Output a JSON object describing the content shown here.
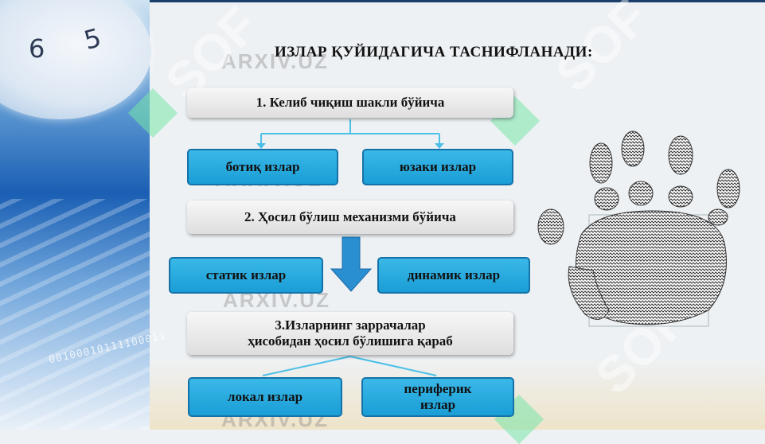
{
  "decor": {
    "clock_numbers": [
      "6",
      "5"
    ],
    "binary_text": "00100010111100011"
  },
  "slide": {
    "title": "ИЗЛАР ҚУЙИДАГИЧА ТАСНИФЛАНАДИ:",
    "section1": {
      "heading": "1. Келиб чиқиш шакли бўйича",
      "items": [
        "ботиқ излар",
        "юзаки излар"
      ]
    },
    "section2": {
      "heading": "2. Ҳосил бўлиш механизми бўйича",
      "items": [
        "статик излар",
        "динамик излар"
      ]
    },
    "section3": {
      "heading_line1": "3.Изларнинг заррачалар",
      "heading_line2": "ҳисобидан ҳосил бўлишига қараб",
      "items": [
        "локал излар"
      ],
      "item2_line1": "периферик",
      "item2_line2": "излар"
    }
  },
  "watermarks": {
    "arxiv": "ARXIV.UZ",
    "sof": "SOF"
  },
  "colors": {
    "box_blue": "#1fa8dd",
    "box_gray": "#e6e6e6",
    "connector": "#4cc0e6",
    "arrow": "#2a8fd0"
  }
}
